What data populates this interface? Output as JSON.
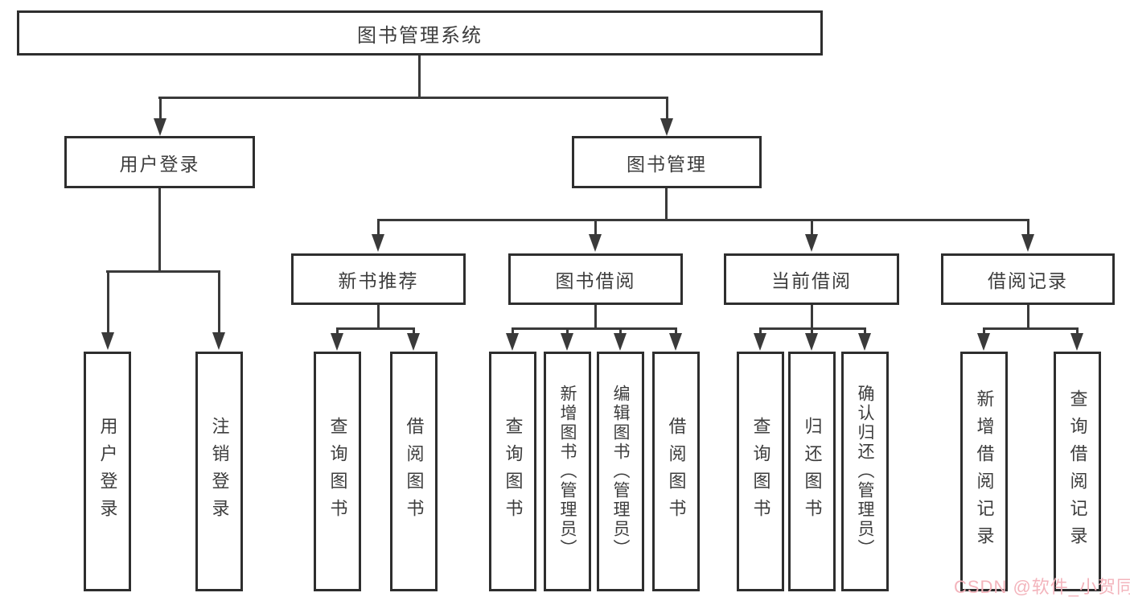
{
  "diagram": {
    "root": {
      "label": "图书管理系统"
    },
    "level2": [
      {
        "label": "用户登录"
      },
      {
        "label": "图书管理"
      }
    ],
    "level3": [
      {
        "label": "新书推荐",
        "parent": "图书管理"
      },
      {
        "label": "图书借阅",
        "parent": "图书管理"
      },
      {
        "label": "当前借阅",
        "parent": "图书管理"
      },
      {
        "label": "借阅记录",
        "parent": "图书管理"
      }
    ],
    "leaves": [
      {
        "label": "用户登录",
        "parent": "用户登录"
      },
      {
        "label": "注销登录",
        "parent": "用户登录"
      },
      {
        "label": "查询图书",
        "parent": "新书推荐"
      },
      {
        "label": "借阅图书",
        "parent": "新书推荐"
      },
      {
        "label": "查询图书",
        "parent": "图书借阅"
      },
      {
        "label": "新增图书（管理员）",
        "parent": "图书借阅"
      },
      {
        "label": "编辑图书（管理员）",
        "parent": "图书借阅"
      },
      {
        "label": "借阅图书",
        "parent": "图书借阅"
      },
      {
        "label": "查询图书",
        "parent": "当前借阅"
      },
      {
        "label": "归还图书",
        "parent": "当前借阅"
      },
      {
        "label": "确认归还（管理员）",
        "parent": "当前借阅"
      },
      {
        "label": "新增借阅记录",
        "parent": "借阅记录"
      },
      {
        "label": "查询借阅记录",
        "parent": "借阅记录"
      }
    ],
    "colors": {
      "line": "#3a3a3a",
      "box_border": "#2e2e2e",
      "text": "#3d3d3d",
      "background": "#ffffff",
      "watermark": "#f3b4bc"
    }
  },
  "watermark": {
    "text": "CSDN @软件_小贺同学"
  }
}
